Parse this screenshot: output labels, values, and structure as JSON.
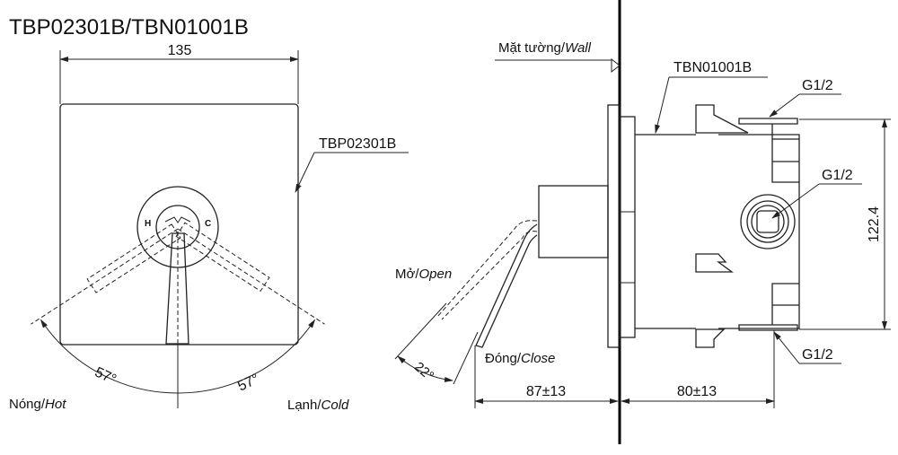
{
  "title": "TBP02301B/TBN01001B",
  "front_view": {
    "width_dim": "135",
    "plate_label": "TBP02301B",
    "hot_mark": "H",
    "cold_mark": "C",
    "angle_left": "57°",
    "angle_right": "57°",
    "hot_label_vn": "Nóng/",
    "hot_label_en": "Hot",
    "cold_label_vn": "Lạnh/",
    "cold_label_en": "Cold"
  },
  "side_view": {
    "wall_label_vn": "Mặt tường/",
    "wall_label_en": "Wall",
    "body_label": "TBN01001B",
    "port_top": "G1/2",
    "port_mid": "G1/2",
    "port_bottom": "G1/2",
    "height_dim": "122.4",
    "open_label_vn": "Mở/",
    "open_label_en": "Open",
    "close_label_vn": "Đóng/",
    "close_label_en": "Close",
    "lever_angle": "22°",
    "depth_front": "87±13",
    "depth_back": "80±13"
  }
}
